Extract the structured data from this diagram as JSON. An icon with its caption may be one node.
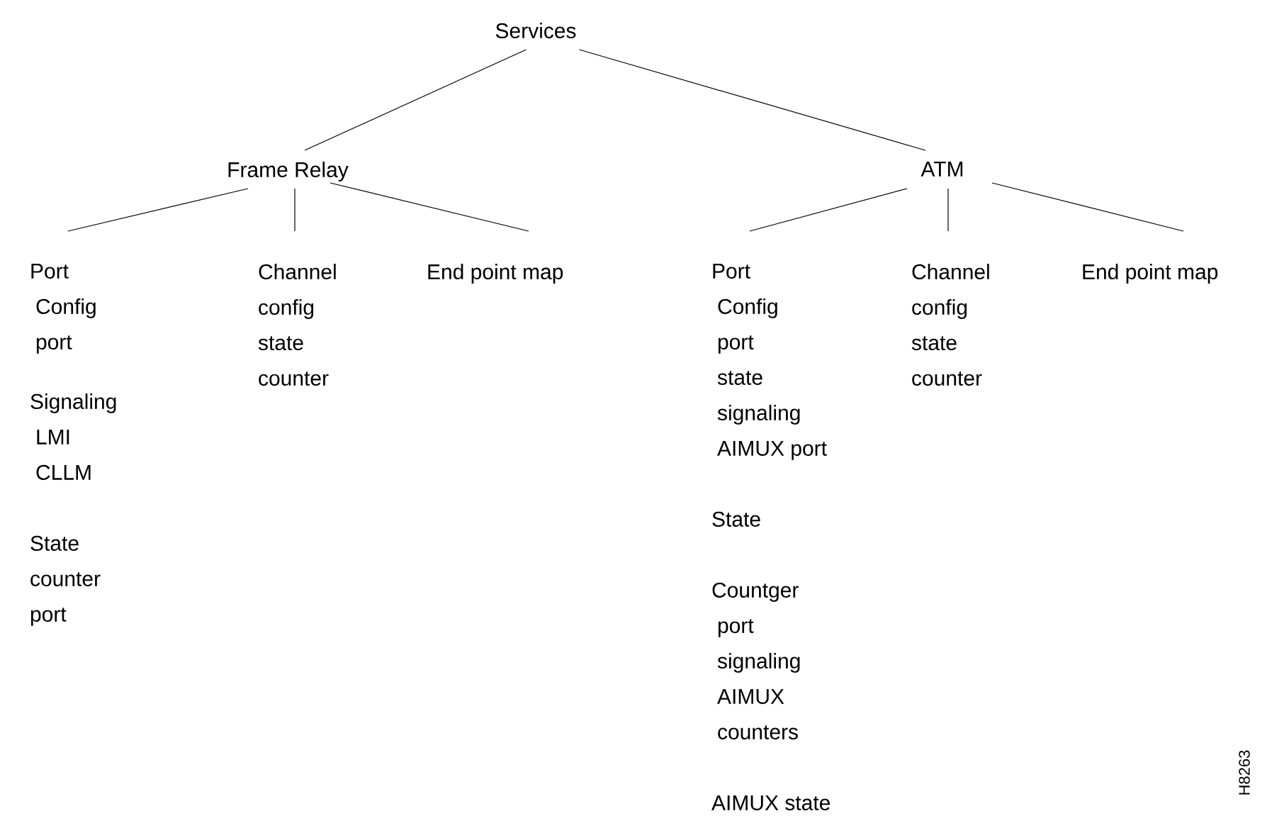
{
  "diagram": {
    "nodes": [
      {
        "text": [
          "Services"
        ]
      },
      {
        "text": [
          "Frame Relay"
        ]
      },
      {
        "text": [
          "ATM"
        ]
      },
      {
        "text": [
          "Port",
          "Config",
          "port",
          "Signaling",
          "LMI",
          "CLLM",
          "State",
          "counter",
          "port"
        ]
      },
      {
        "text": [
          "Channel",
          "config",
          "state",
          "counter"
        ]
      },
      {
        "text": [
          "End point map"
        ]
      },
      {
        "text": [
          "Port",
          "Config",
          "port",
          "state",
          "signaling",
          "AIMUX port",
          "State",
          "Countger",
          "port",
          "signaling",
          "AIMUX",
          "counters",
          "AIMUX state"
        ]
      },
      {
        "text": [
          "Channel",
          "config",
          "state",
          "counter"
        ]
      },
      {
        "text": [
          "End point map"
        ]
      }
    ],
    "edges": [
      {
        "from": 0,
        "to": 1,
        "arrow": "none"
      },
      {
        "from": 0,
        "to": 2,
        "arrow": "none"
      },
      {
        "from": 1,
        "to": 3,
        "arrow": "none"
      },
      {
        "from": 1,
        "to": 4,
        "arrow": "none"
      },
      {
        "from": 1,
        "to": 5,
        "arrow": "none"
      },
      {
        "from": 2,
        "to": 6,
        "arrow": "none"
      },
      {
        "from": 2,
        "to": 7,
        "arrow": "none"
      },
      {
        "from": 2,
        "to": 8,
        "arrow": "none"
      }
    ],
    "labels": [
      "H8263"
    ]
  }
}
